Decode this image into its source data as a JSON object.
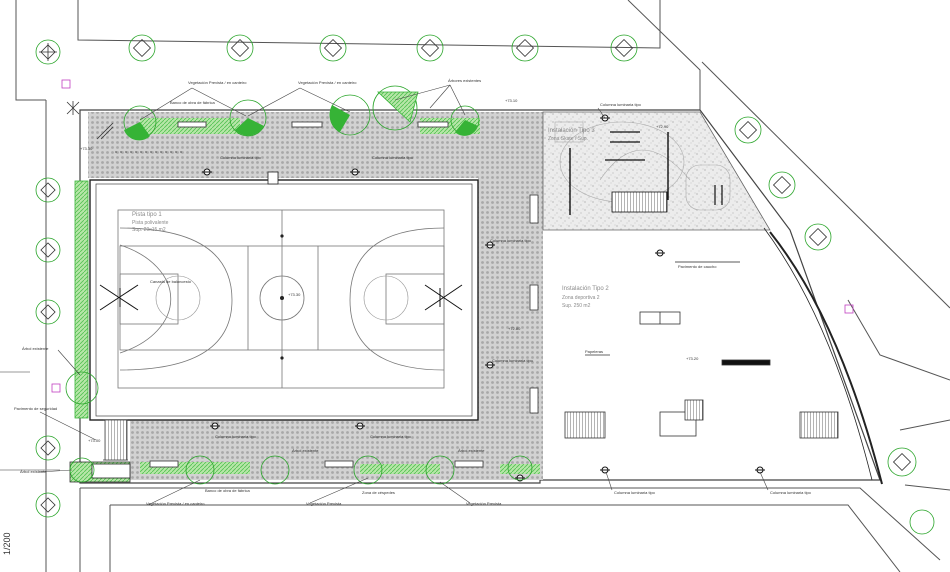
{
  "colors": {
    "line": "#3a3a3a",
    "light_line": "#9a9a9a",
    "green": "#36b336",
    "light_green": "#9cdc8c",
    "paving": "#c9c9c9",
    "court_line": "#777777"
  },
  "labels": {
    "veg_top_left": "Vegetación Prevista / en canteiro",
    "veg_top_mid": "Vegetación Prevista / en canteiro",
    "arbres_existentes": "Árbores existentes",
    "bench_bar": "Banco de obra de fábrica",
    "lum_top_right": "Columna luminaria tipo",
    "lum_top_mid1": "Columna luminaria tipo",
    "lum_top_mid2": "Columna luminaria tipo",
    "lum_mid_right": "Columna luminaria tipo",
    "lum_mid_right2": "Columna luminaria tipo",
    "pista_tipo": "Pista tipo 1",
    "pista_sub1": "Pista polivalente",
    "pista_sub2": "Sup. 29x15 m2",
    "canasta": "Canasta de baloncesto",
    "cesta_center": "+73.30",
    "arbol_existente1": "Árbol existente",
    "arbol_existente2": "Árbol existente",
    "pavimento_right": "Pavimento de caucho",
    "instal_tipo2": "Instalación Tipo 2",
    "instal_tipo2_sub1": "Zona deportiva 2",
    "instal_tipo2_sub2": "Sup. 250 m2",
    "instal_tipo3": "Instalación Tipo 3",
    "instal_tipo3_sub": "Zona Skate / Sup.",
    "lum_bottom1": "Columna luminaria tipo",
    "lum_bottom2": "Columna luminaria tipo",
    "veg_bottom_left": "Vegetación Prevista / en canteiro",
    "veg_bottom_mid": "Vegetación Prevista",
    "veg_bottom_right": "Vegetación Prevista",
    "banco_bottom": "Banco de obra de fábrica",
    "cesped_bottom": "Zona de céspedes",
    "lum_bottom_right1": "Columna luminaria tipo",
    "lum_bottom_right2": "Columna luminaria tipo",
    "papelera": "Papeleras",
    "vertical_text": "1/200",
    "level_1": "+73.30",
    "level_2": "+73.10",
    "level_3": "+72.80",
    "level_4": "+73.20",
    "level_5": "+73.00",
    "level_6": "+72.90",
    "left_note1": "Árbol existente",
    "left_note2": "Pavimento de seguridad",
    "left_note3": "Árbol existente"
  }
}
